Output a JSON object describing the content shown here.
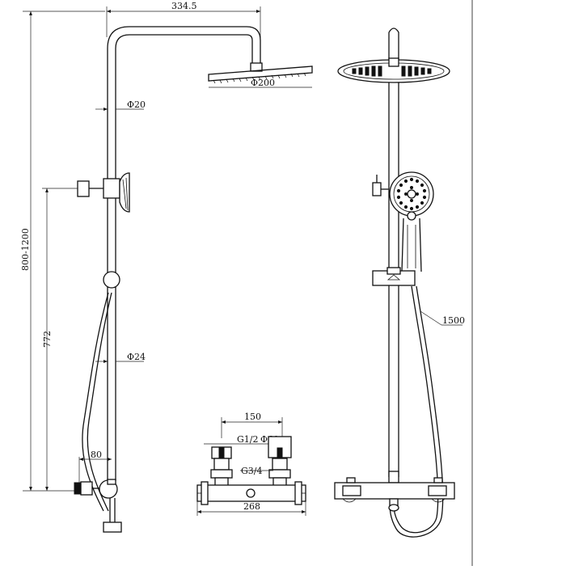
{
  "dimensions": {
    "arm_reach": "334.5",
    "head_diameter": "Φ200",
    "pipe_diameter_upper": "Φ20",
    "height_range": "800-1200",
    "lower_height": "772",
    "pipe_diameter_lower": "Φ24",
    "hose_length": "1500",
    "offset_80": "80",
    "valve_centers": "150",
    "thread_inlet": "G1/2",
    "inlet_diameter": "Φ60",
    "thread_outlet": "G3/4",
    "valve_width": "268"
  }
}
